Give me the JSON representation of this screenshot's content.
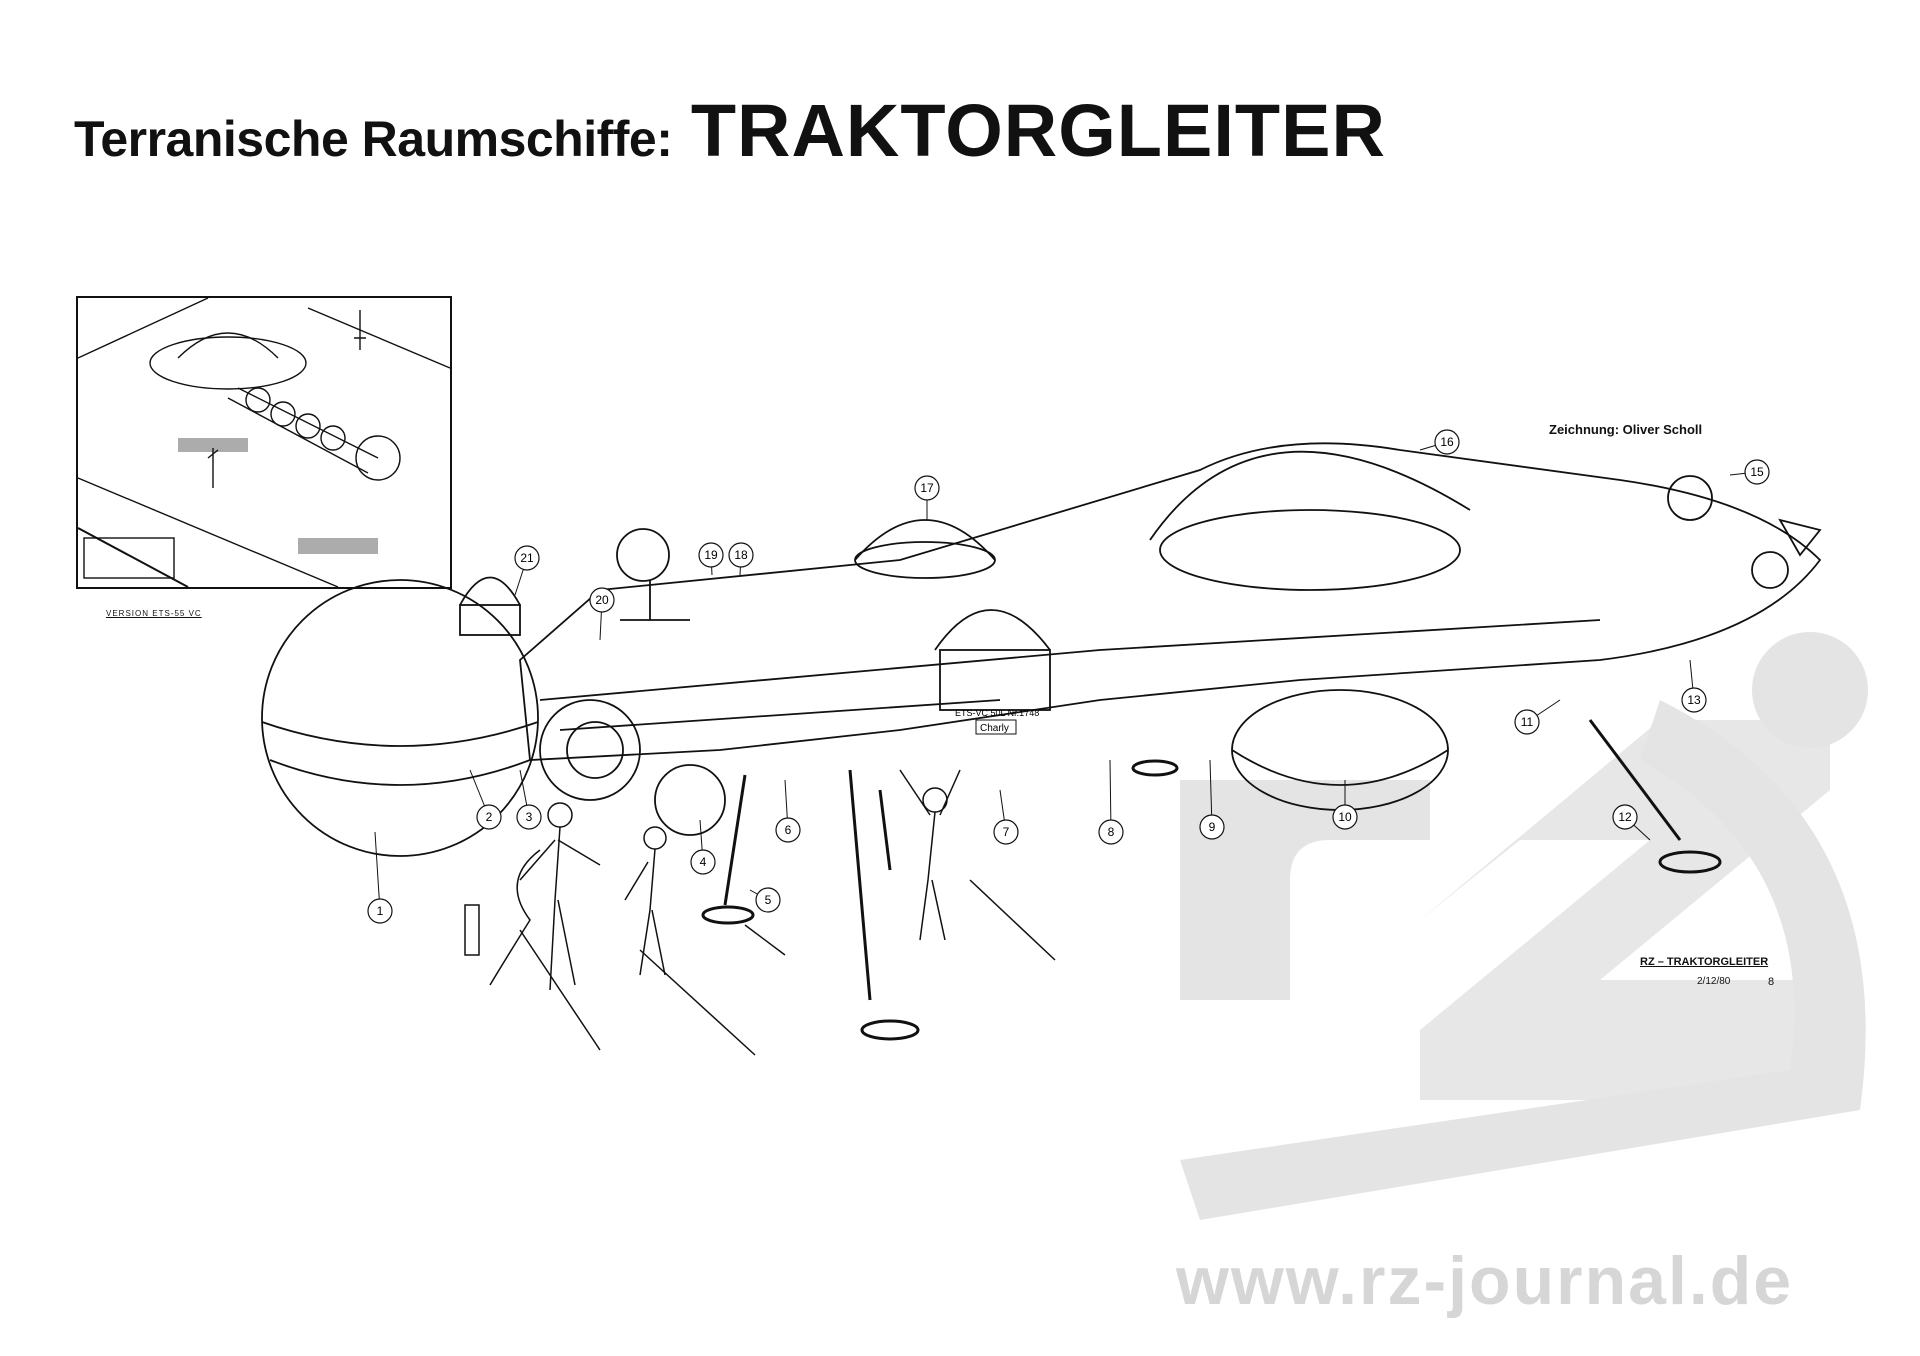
{
  "title": {
    "prefix": "Terranische Raumschiffe:",
    "main": "TRAKTORGLEITER"
  },
  "credit": "Zeichnung: Oliver Scholl",
  "inset": {
    "caption": "VERSION ETS-55 VC"
  },
  "hull_markings": {
    "serial": "ETS-VC 50L Nr.1748",
    "name": "Charly"
  },
  "stamp": {
    "label": "RZ – TRAKTORGLEITER",
    "date": "2/12/80",
    "mark": "8"
  },
  "watermark": {
    "url": "www.rz-journal.de",
    "logo_text": "rz"
  },
  "callouts": [
    "1",
    "2",
    "3",
    "4",
    "5",
    "6",
    "7",
    "8",
    "9",
    "10",
    "11",
    "12",
    "13",
    "15",
    "16",
    "17",
    "18",
    "19",
    "20",
    "21"
  ]
}
